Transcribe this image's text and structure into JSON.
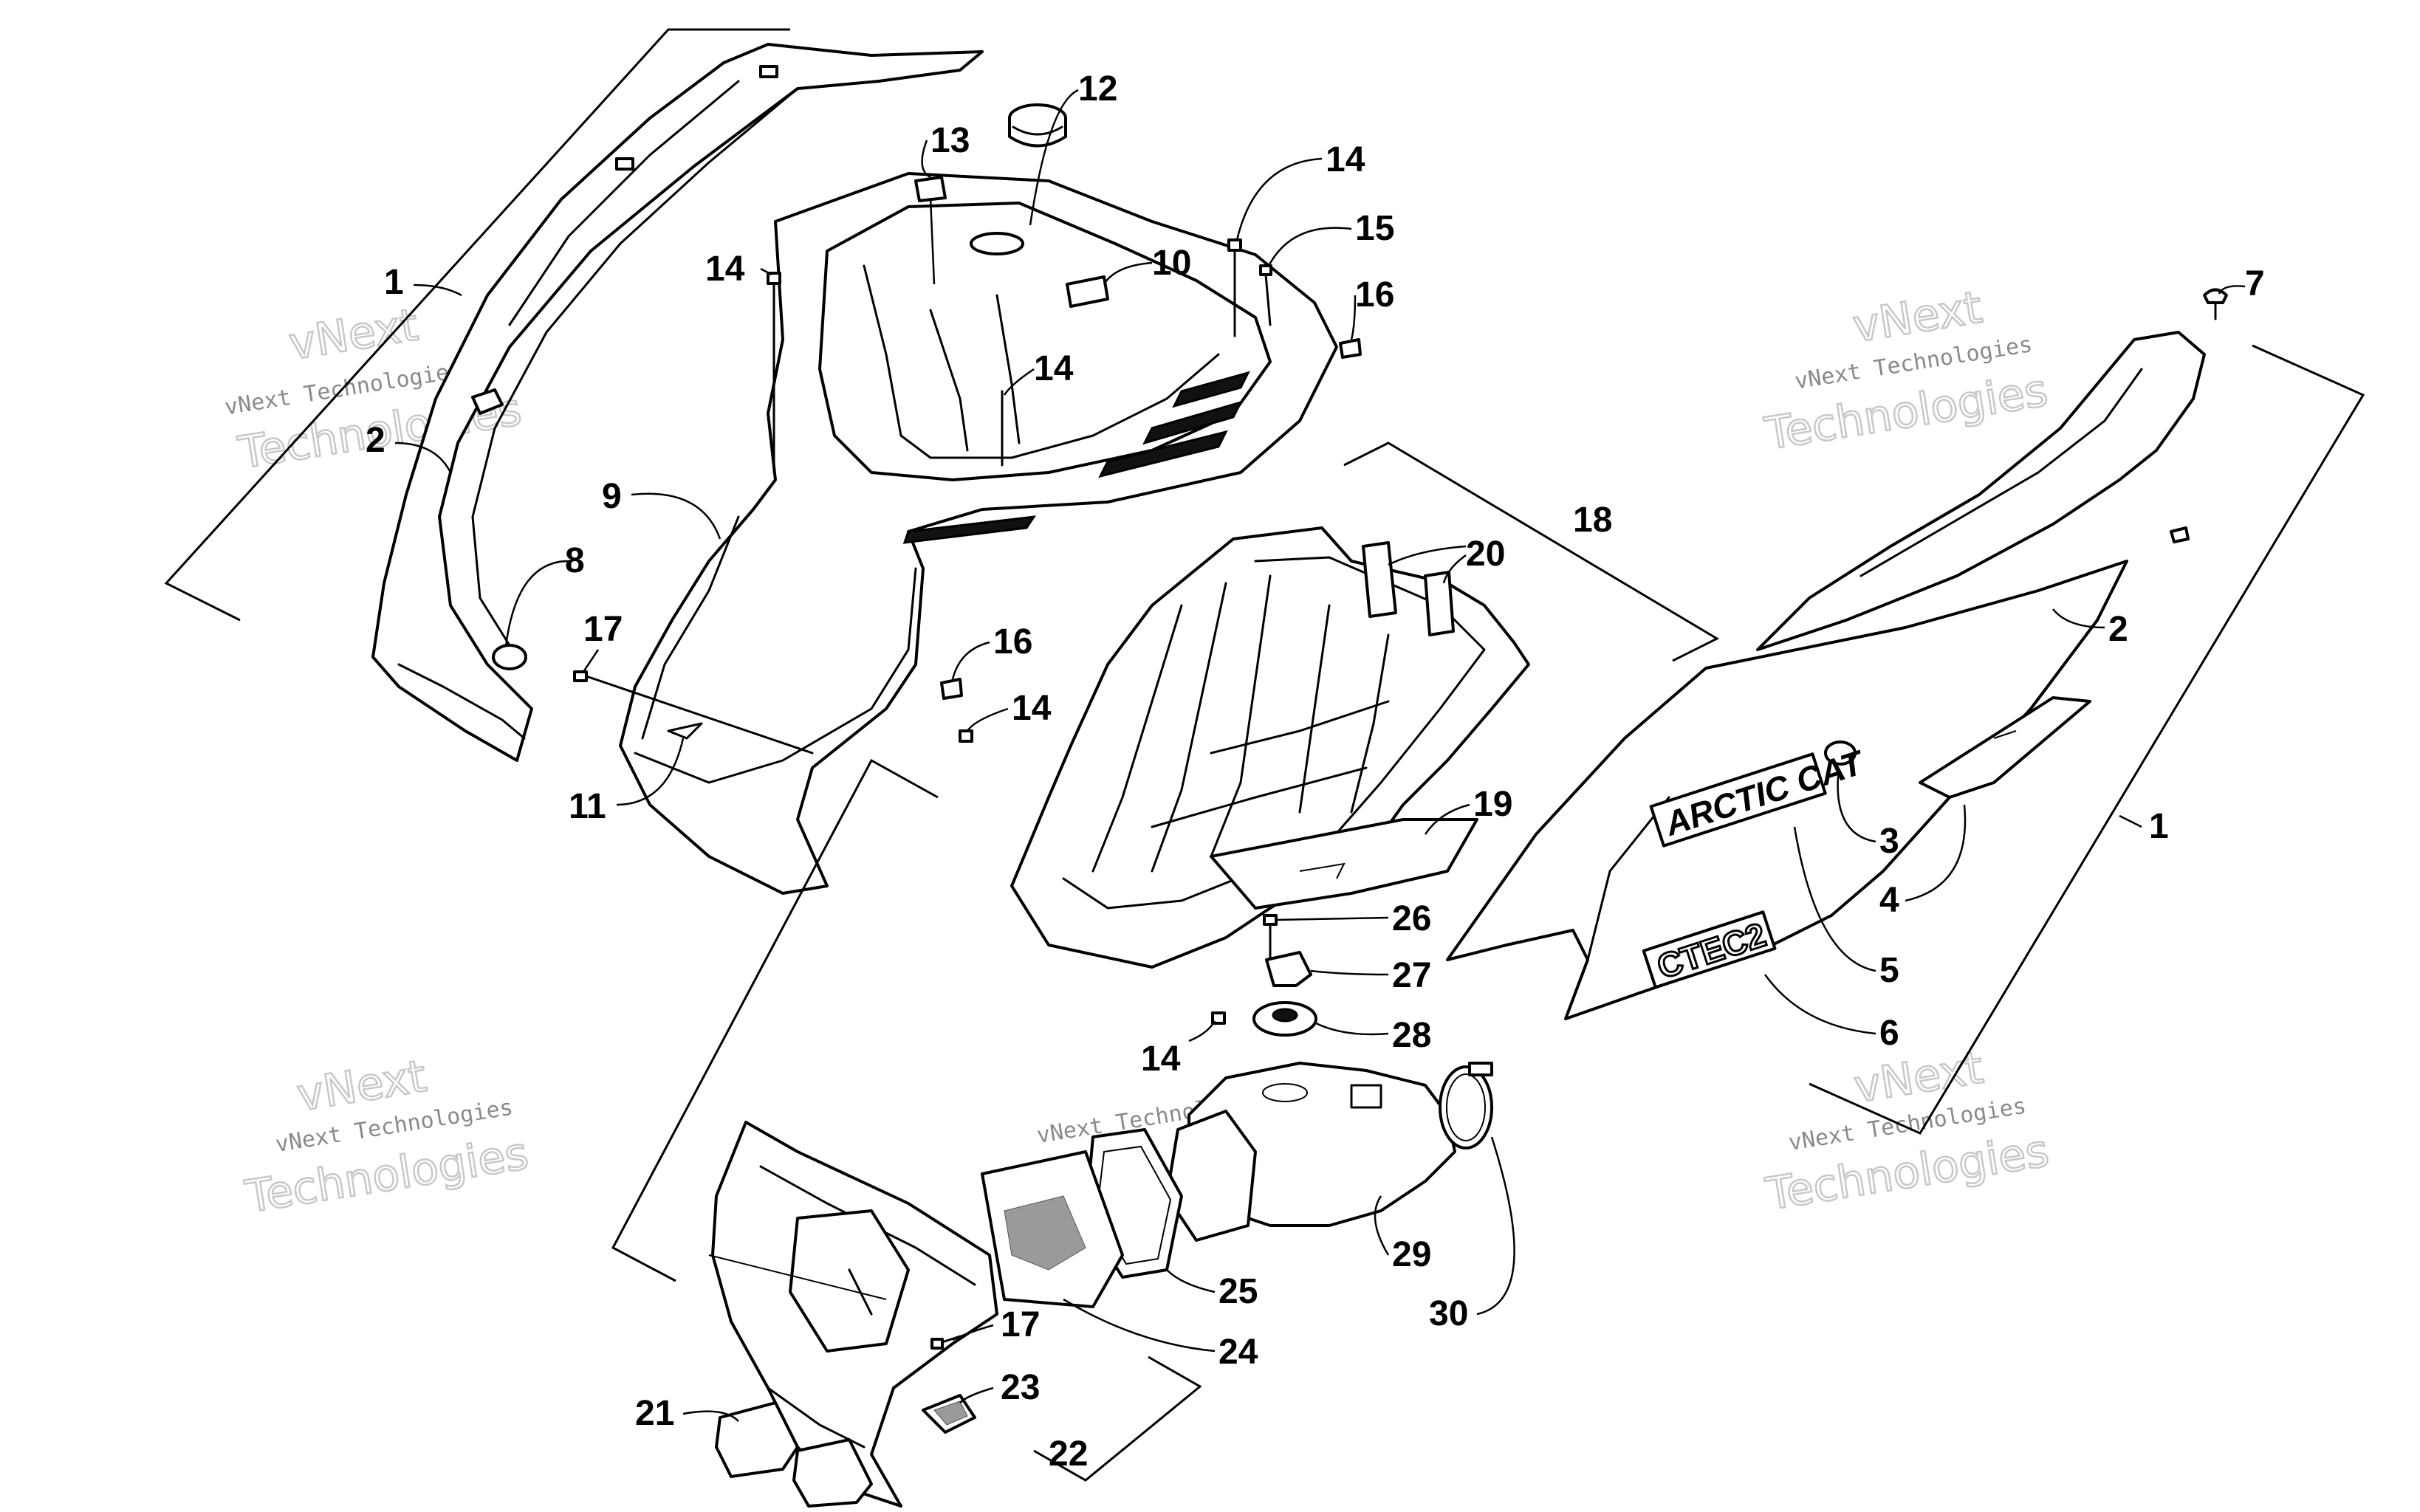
{
  "callouts": {
    "c1a": "1",
    "c1b": "1",
    "c2a": "2",
    "c2b": "2",
    "c3": "3",
    "c4": "4",
    "c5": "5",
    "c6": "6",
    "c7": "7",
    "c8": "8",
    "c9": "9",
    "c10": "10",
    "c11": "11",
    "c12": "12",
    "c13": "13",
    "c14a": "14",
    "c14b": "14",
    "c14c": "14",
    "c14d": "14",
    "c14e": "14",
    "c15": "15",
    "c16a": "16",
    "c16b": "16",
    "c17a": "17",
    "c17b": "17",
    "c18": "18",
    "c19": "19",
    "c20": "20",
    "c21": "21",
    "c22": "22",
    "c23": "23",
    "c24": "24",
    "c25": "25",
    "c26": "26",
    "c27": "27",
    "c28": "28",
    "c29": "29",
    "c30": "30"
  },
  "watermark": {
    "line1": "vNext",
    "line2": "vNext Technologies",
    "line3": "Technologies"
  },
  "decals": {
    "brand": "ARCTIC CAT",
    "model": "CTEC2"
  }
}
